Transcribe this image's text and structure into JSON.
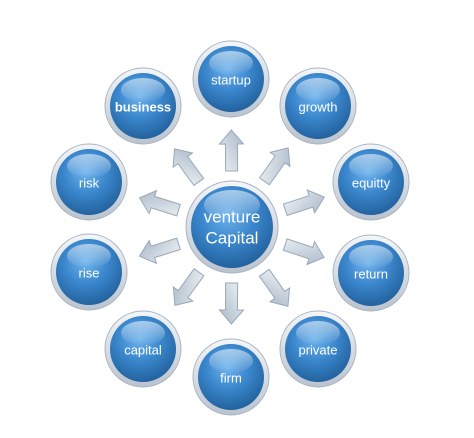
{
  "center": {
    "line1": "venture",
    "line2": "Capital"
  },
  "nodes": [
    {
      "label": "startup",
      "bold": false
    },
    {
      "label": "growth",
      "bold": false
    },
    {
      "label": "equitty",
      "bold": false
    },
    {
      "label": "return",
      "bold": false
    },
    {
      "label": "private",
      "bold": false
    },
    {
      "label": "firm",
      "bold": false
    },
    {
      "label": "capital",
      "bold": false
    },
    {
      "label": "rise",
      "bold": false
    },
    {
      "label": "risk",
      "bold": false
    },
    {
      "label": "business",
      "bold": true
    }
  ],
  "colors": {
    "node_dark": "#1f5e9c",
    "node_mid": "#2f7cc4",
    "node_light": "#5aa3e0",
    "ring": "#d5dbe2",
    "arrow_fill": "#c9d3de",
    "arrow_stroke": "#9aa8b8"
  }
}
